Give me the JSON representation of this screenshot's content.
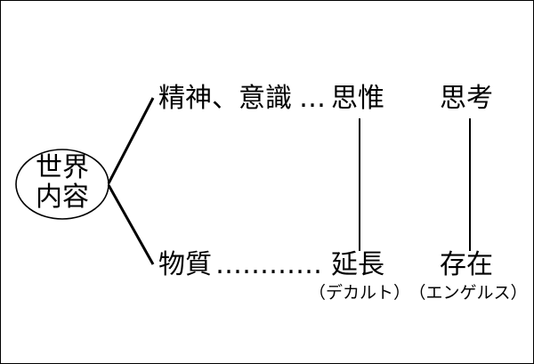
{
  "diagram": {
    "root": {
      "line1": "世界",
      "line2": "内容"
    },
    "upper_row": {
      "label": "精神、意識",
      "dots": "…",
      "descartes_term": "思惟",
      "engels_term": "思考"
    },
    "lower_row": {
      "label": "物質",
      "dots": "…………",
      "descartes_term": "延長",
      "engels_term": "存在"
    },
    "attributions": {
      "descartes": "（デカルト）",
      "engels": "（エンゲルス）"
    }
  }
}
